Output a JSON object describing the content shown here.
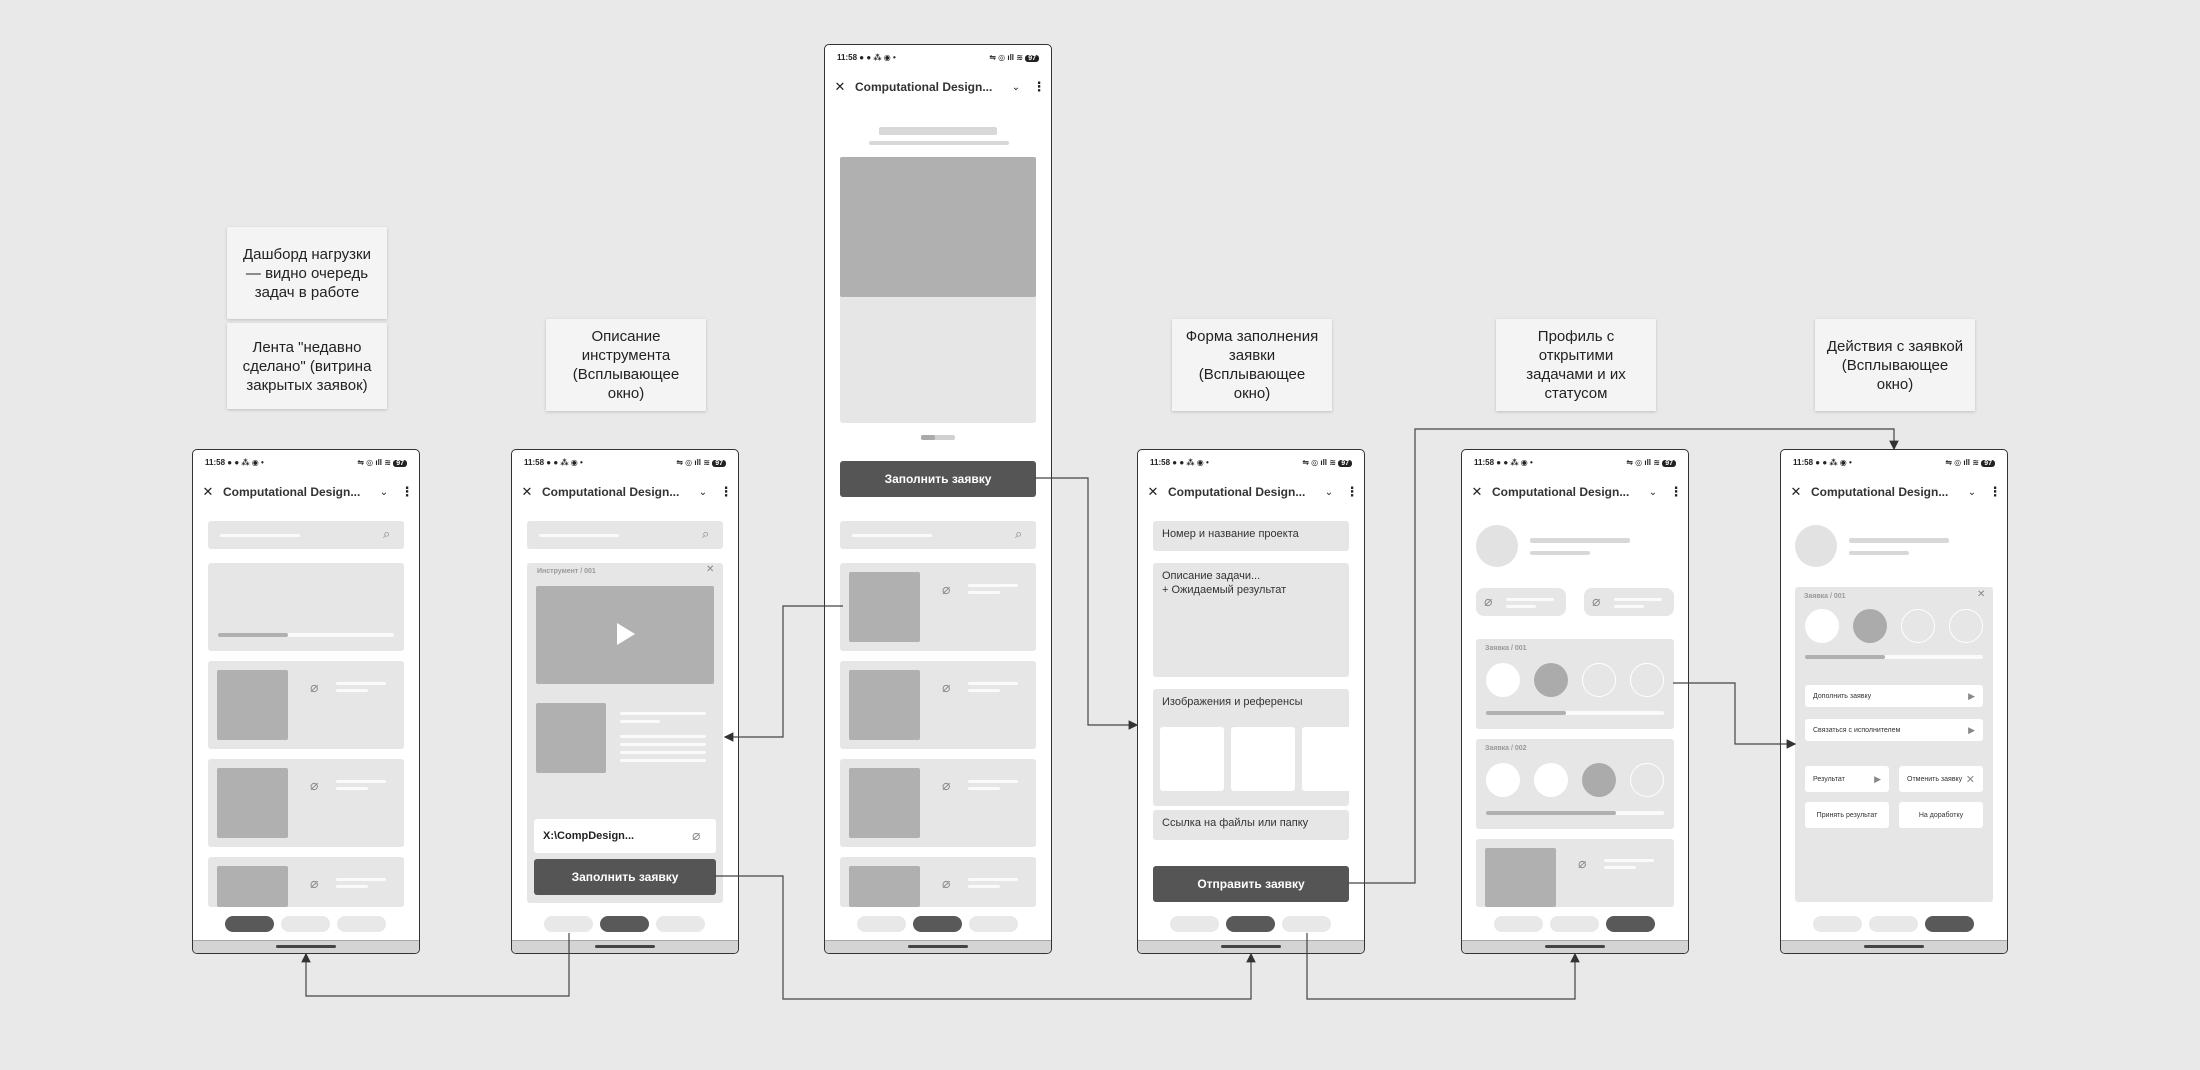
{
  "notes": {
    "dashboard": "Дашборд нагрузки — видно очередь задач в работе",
    "feed": "Лента \"недавно сделано\" (витрина закрытых заявок)",
    "tool_desc": "Описание инструмента (Всплывающее окно)",
    "form": "Форма заполнения заявки (Всплывающее окно)",
    "profile": "Профиль с открытими задачами и их статусом",
    "actions": "Действия с заявкой (Всплывающее окно)"
  },
  "status_bar": {
    "time": "11:58",
    "icons": "● ● ⁂ ◉ •",
    "right": "⇋ ◎ ıll ≋",
    "battery": "97"
  },
  "app_bar": {
    "close": "✕",
    "title": "Computational Design...",
    "chevron": "⌄",
    "menu": "⋮"
  },
  "tool_popup": {
    "label": "Инструмент / 001",
    "path": "X:\\CompDesign...",
    "fill_button": "Заполнить заявку"
  },
  "top_phone": {
    "fill_button": "Заполнить заявку"
  },
  "form_popup": {
    "project_field": "Номер и название проекта",
    "task_line1": "Описание задачи...",
    "task_line2": "+ Ожидаемый результат",
    "images_label": "Изображения и референсы",
    "link_field": "Ссылка на файлы или папку",
    "submit_button": "Отправить заявку"
  },
  "profile": {
    "request1": "Заявка / 001",
    "request2": "Заявка / 002"
  },
  "actions_popup": {
    "request": "Заявка / 001",
    "add_to_request": "Дополнить заявку",
    "contact_executor": "Связаться с исполнителем",
    "result": "Результат",
    "cancel_request": "Отменить заявку",
    "accept_result": "Принять результат",
    "send_back": "На доработку"
  },
  "icons": {
    "close": "close-icon",
    "search": "search-icon",
    "clip": "paperclip-icon",
    "play": "play-icon"
  }
}
